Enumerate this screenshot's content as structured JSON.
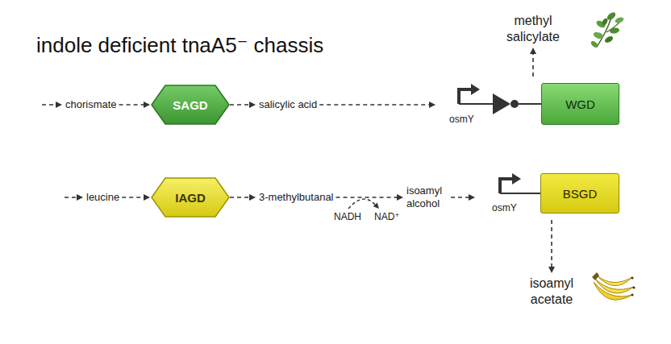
{
  "diagram": {
    "nodes": [
      {
        "text": [
          "methyl salicylate"
        ]
      },
      {
        "text": [
          "indole deficient tnaA5⁻ chassis"
        ]
      },
      {
        "text": [
          "chorismate"
        ],
        "in": 1
      },
      {
        "text": [
          "SAGD"
        ],
        "in": 1
      },
      {
        "text": [
          "salicylic acid"
        ],
        "in": 1
      },
      {
        "text": [
          "osmY"
        ],
        "in": 1
      },
      {
        "text": [
          "WGD"
        ],
        "in": 5
      },
      {
        "text": [
          "leucine"
        ],
        "in": 1
      },
      {
        "text": [
          "IAGD"
        ],
        "in": 1
      },
      {
        "text": [
          "3-methylbutanal"
        ],
        "in": 1
      },
      {
        "text": [
          "isoamyl alcohol"
        ],
        "in": 1
      },
      {
        "text": [
          "osmY"
        ],
        "in": 1
      },
      {
        "text": [
          "BSGD"
        ],
        "in": 11
      },
      {
        "text": [
          "isoamyl acetate"
        ]
      }
    ],
    "edges": [
      {
        "from": 2,
        "to": 3,
        "arrow": "to"
      },
      {
        "from": 3,
        "to": 4,
        "arrow": "to"
      },
      {
        "from": 4,
        "to": 5,
        "arrow": "to"
      },
      {
        "from": 5,
        "to": 0,
        "arrow": "to"
      },
      {
        "from": 7,
        "to": 8,
        "arrow": "to"
      },
      {
        "from": 8,
        "to": 9,
        "arrow": "to"
      },
      {
        "from": 9,
        "to": 10,
        "arrow": "to"
      },
      {
        "from": 10,
        "to": 11,
        "arrow": "to"
      },
      {
        "from": 11,
        "to": 13,
        "arrow": "to"
      }
    ],
    "labels": [
      "NADH",
      "NAD⁺"
    ]
  }
}
